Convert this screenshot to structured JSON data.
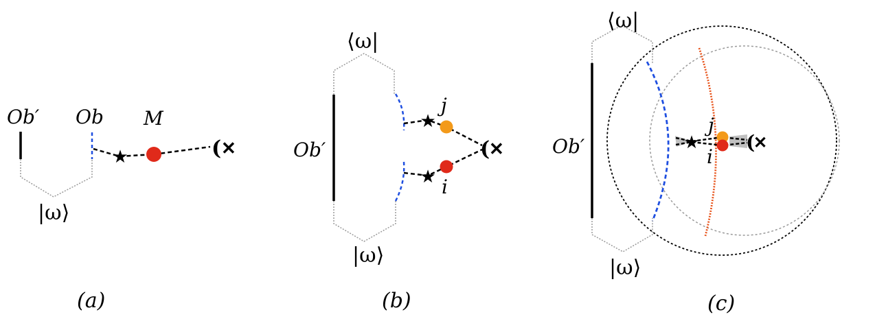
{
  "panels": {
    "a": {
      "caption": "(a)",
      "labels": {
        "ob_prime": "Ob′",
        "ob": "Ob",
        "m": "M",
        "ket": "|ω⟩"
      }
    },
    "b": {
      "caption": "(b)",
      "labels": {
        "bra": "⟨ω|",
        "ket": "|ω⟩",
        "ob_prime": "Ob′",
        "j": "j",
        "i": "i"
      }
    },
    "c": {
      "caption": "(c)",
      "labels": {
        "bra": "⟨ω|",
        "ket": "|ω⟩",
        "ob_prime": "Ob′",
        "j": "j",
        "i": "i"
      }
    }
  },
  "colors": {
    "blue_arc": "#1f4fe0",
    "orange_arc": "#e8531a",
    "red_dot": "#e02a1a",
    "orange_dot": "#f39a1a",
    "grey_lines": "#999999"
  },
  "symbols": {
    "star": "★",
    "cross": "✕",
    "paren": "("
  }
}
